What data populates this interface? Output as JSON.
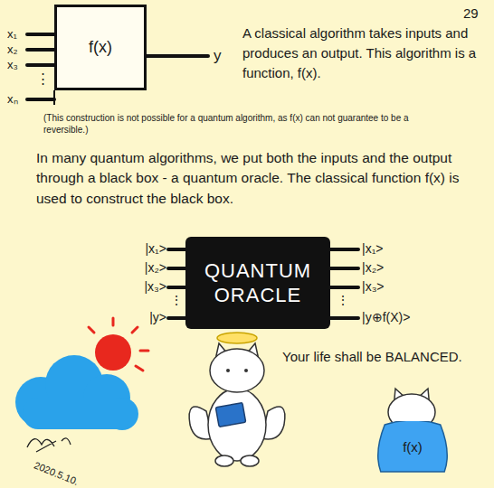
{
  "diagram": {
    "nodes": [
      {
        "text": [
          "f(x)"
        ]
      },
      {
        "text": [
          "QUANTUM ORACLE"
        ]
      },
      {
        "text": [
          "f(x)"
        ]
      }
    ],
    "labels": [
      "29",
      "x₁",
      "x₂",
      "x₃",
      "⋮",
      "xₙ",
      "y",
      "A classical algorithm takes inputs and produces an output. This algorithm is a function, f(x).",
      "(This construction is not possible for a quantum algorithm, as f(x) can not guarantee to be a reversible.)",
      "In many quantum algorithms, we put both the inputs and the output through a black box - a quantum oracle. The classical function f(x) is used to construct the black box.",
      "|x₁>",
      "|x₂>",
      "|x₃>",
      "⋮",
      "|y>",
      "|x₁>",
      "|x₂>",
      "|x₃>",
      "⋮",
      "|y⊕f(X)>",
      "Your life shall be BALANCED.",
      "2020.5.10."
    ]
  }
}
